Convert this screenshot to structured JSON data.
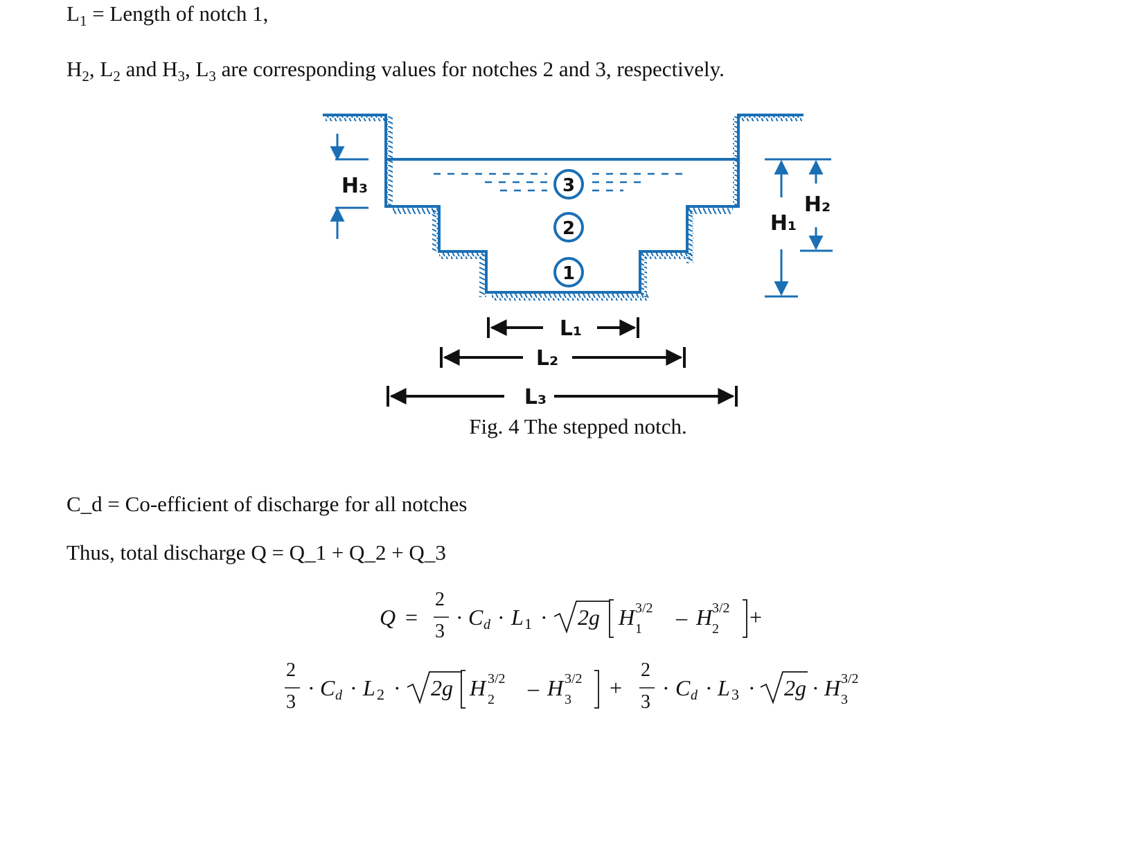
{
  "text": {
    "l1_def": {
      "symbol": "L",
      "sub": "1",
      "rest": " = Length of notch 1,"
    },
    "corr": {
      "h2": "H",
      "h2s": "2",
      "l2": "L",
      "l2s": "2",
      "and": "and",
      "h3": "H",
      "h3s": "3",
      "l3": "L",
      "l3s": "3",
      "rest": "are corresponding values for notches 2 and 3, respectively."
    },
    "cd_def": "C_d = Co-efficient of discharge for all notches",
    "total": "Thus, total discharge Q = Q_1 + Q_2 + Q_3"
  },
  "figure": {
    "caption": "Fig. 4 The stepped notch.",
    "labels": {
      "h3": "H₃",
      "h2": "H₂",
      "h1": "H₁",
      "l1": "L₁",
      "l2": "L₂",
      "l3": "L₃"
    },
    "notch_numbers": [
      "3",
      "2",
      "1"
    ],
    "colors": {
      "line": "#1a6fb5",
      "dim": "#111111",
      "label": "#111111"
    }
  },
  "equation": {
    "q": "Q",
    "eq": "=",
    "num": "2",
    "den": "3",
    "dot": "·",
    "cd": "C",
    "cd_sub": "d",
    "l1": "L",
    "l1_sub": "1",
    "l2": "L",
    "l2_sub": "2",
    "l3": "L",
    "l3_sub": "3",
    "sqrt_arg": "2g",
    "h": "H",
    "exp": "3/2",
    "h1_sub": "1",
    "h2_sub": "2",
    "h3_sub": "3",
    "minus": "–",
    "plus": "+"
  }
}
